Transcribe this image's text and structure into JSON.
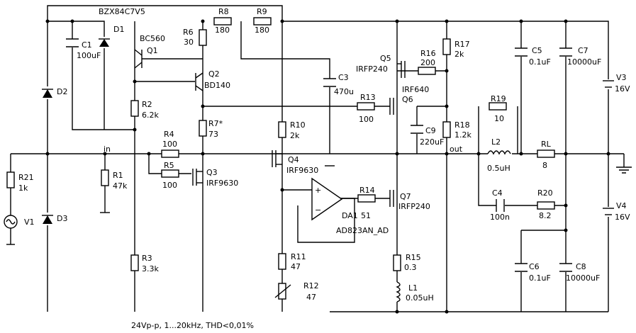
{
  "labels": {
    "bzx": "BZX84C7V5",
    "d1": "D1",
    "c1": "C1",
    "c1v": "100uF",
    "d2": "D2",
    "d3": "D3",
    "bc560": "BC560",
    "q1": "Q1",
    "r6": "R6",
    "r6v": "30",
    "r8": "R8",
    "r8v": "180",
    "r9": "R9",
    "r9v": "180",
    "q2": "Q2",
    "bd140": "BD140",
    "r2": "R2",
    "r2v": "6.2k",
    "r7": "R7*",
    "r7v": "73",
    "r4": "R4",
    "r4v": "100",
    "r5": "R5",
    "r5v": "100",
    "q3": "Q3",
    "irf9630_q3": "IRF9630",
    "in": "in",
    "r21": "R21",
    "r21v": "1k",
    "r1": "R1",
    "r1v": "47k",
    "v1": "V1",
    "r3": "R3",
    "r3v": "3.3k",
    "r10": "R10",
    "r10v": "2k",
    "q4": "Q4",
    "irf9630_q4": "IRF9630",
    "c3": "C3",
    "c3v": "470u",
    "q5": "Q5",
    "irfp240_q5": "IRFP240",
    "r16": "R16",
    "r16v": "200",
    "r17": "R17",
    "r17v": "2k",
    "irf640": "IRF640",
    "q6": "Q6",
    "r13": "R13",
    "r13v": "100",
    "c9": "C9",
    "c9v": "220uF",
    "r18": "R18",
    "r18v": "1.2k",
    "out": "out",
    "c5": "C5",
    "c5v": "0.1uF",
    "c7": "C7",
    "c7v": "10000uF",
    "v3": "V3",
    "v3v": "16V",
    "r19": "R19",
    "r19v": "10",
    "l2": "L2",
    "l2v": "0.5uH",
    "rl": "RL",
    "rlv": "8",
    "c4": "C4",
    "c4v": "100n",
    "r20": "R20",
    "r20v": "8.2",
    "v4": "V4",
    "v4v": "16V",
    "r14": "R14",
    "q7": "Q7",
    "irfp240_q7": "IRFP240",
    "da1": "DA1",
    "r14v": "51",
    "ad823": "AD823AN_AD",
    "r15": "R15",
    "r15v": "0.3",
    "l1": "L1",
    "l1v": "0.05uH",
    "r11": "R11",
    "r11v": "47",
    "r12": "R12",
    "r12v": "47",
    "c6": "C6",
    "c6v": "0.1uF",
    "c8": "C8",
    "c8v": "10000uF",
    "caption": "24Vp-p, 1...20kHz, THD<0,01%"
  }
}
